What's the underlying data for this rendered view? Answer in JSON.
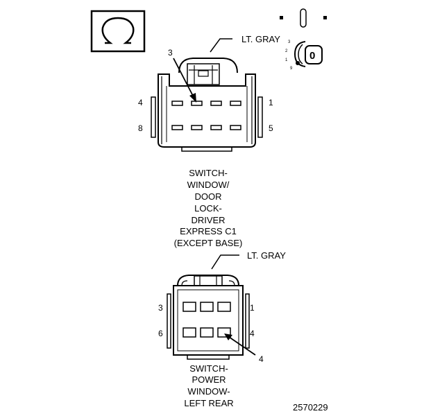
{
  "connector_top": {
    "color_label": "LT. GRAY",
    "callout": "3",
    "pin_tl": "4",
    "pin_tr": "1",
    "pin_bl": "8",
    "pin_br": "5",
    "caption": [
      "SWITCH-",
      "WINDOW/",
      "DOOR",
      "LOCK-",
      "DRIVER",
      "EXPRESS C1",
      "(EXCEPT BASE)"
    ]
  },
  "connector_bottom": {
    "color_label": "LT. GRAY",
    "callout": "4",
    "pin_tl": "3",
    "pin_tr": "1",
    "pin_bl": "6",
    "pin_br": "4",
    "caption": [
      "SWITCH-",
      "POWER",
      "WINDOW-",
      "LEFT REAR"
    ]
  },
  "key_icon": {
    "letter": "0",
    "marks": [
      "3",
      "2",
      "1",
      "9"
    ]
  },
  "figure_id": "2570229",
  "icons": [
    "ohm-icon",
    "ignition-key-icon",
    "ignition-switch-icon"
  ]
}
